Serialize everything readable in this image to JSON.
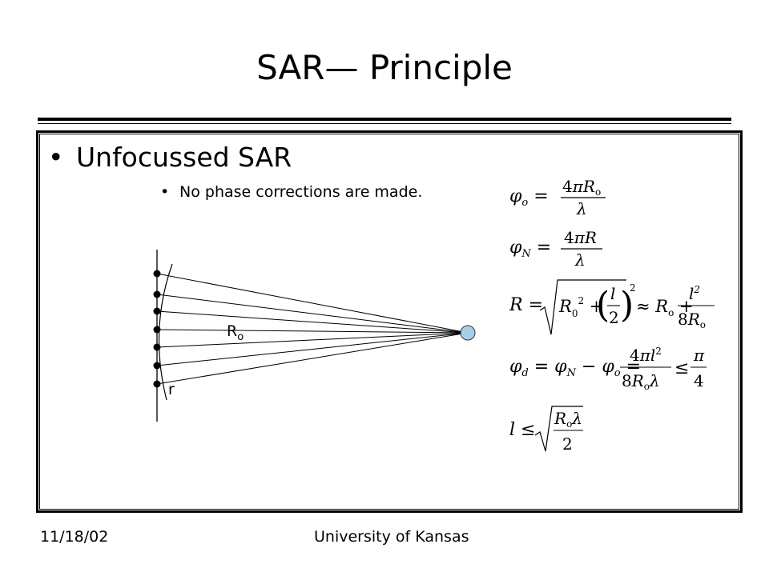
{
  "slide": {
    "title": "SAR— Principle",
    "bullet_main": "Unfocussed SAR",
    "bullet_sub": "No phase corrections are made."
  },
  "diagram": {
    "label_range": "Ro",
    "label_r": "r"
  },
  "equations": [
    "φo = 4πRo / λ",
    "φN = 4πR / λ",
    "R = √(R0² + (l/2)²) ≈ Ro + l²/(8Ro)",
    "φd = φN − φo = 4πl²/(8Roλ) ≤ π/4",
    "l ≤ √(Roλ/2)"
  ],
  "footer": {
    "date": "11/18/02",
    "organization": "University of Kansas"
  }
}
